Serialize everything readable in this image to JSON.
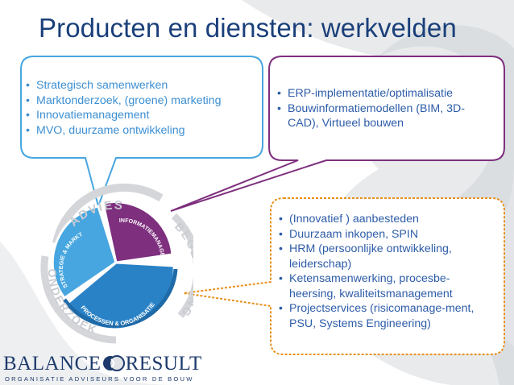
{
  "slide": {
    "title": "Producten en diensten: werkvelden"
  },
  "callouts": {
    "blue": {
      "color": "#3c8fd3",
      "items": [
        "Strategisch samenwerken",
        "Marktonderzoek, (groene) marketing",
        "Innovatiemanagement",
        "MVO, duurzame ontwikkeling"
      ]
    },
    "purple": {
      "color": "#7e2f7e",
      "items": [
        "ERP-implementatie/optimalisatie",
        "Bouwinformatiemodellen (BIM, 3D-CAD), Virtueel bouwen"
      ]
    },
    "orange": {
      "color": "#e8901c",
      "items": [
        "(Innovatief ) aanbesteden",
        "Duurzaam inkopen, SPIN",
        "HRM (persoonlijke ontwikkeling, leiderschap)",
        "Ketensamenwerking, procesbe-heersing, kwaliteitsmanagement",
        "Projectservices (risicomanage-ment, PSU, Systems Engineering)"
      ]
    }
  },
  "wheel": {
    "segments": {
      "strategy": "STRATEGIE & MARKT",
      "information": "INFORMATIEMANAGEMENT",
      "process": "PROCESSEN & ORGANISATIE"
    },
    "ring_labels": {
      "advies": "ADVIES",
      "begeleiding": "BEGELEIDING",
      "onderzoek": "ONDERZOEK"
    },
    "colors": {
      "strategy": "#47a6e0",
      "information": "#7e2f7e",
      "process": "#2a82c6"
    }
  },
  "logo": {
    "left_text": "BALANCE",
    "right_text": "RESULT",
    "tagline": "ORGANISATIE ADVISEURS VOOR DE BOUW"
  }
}
